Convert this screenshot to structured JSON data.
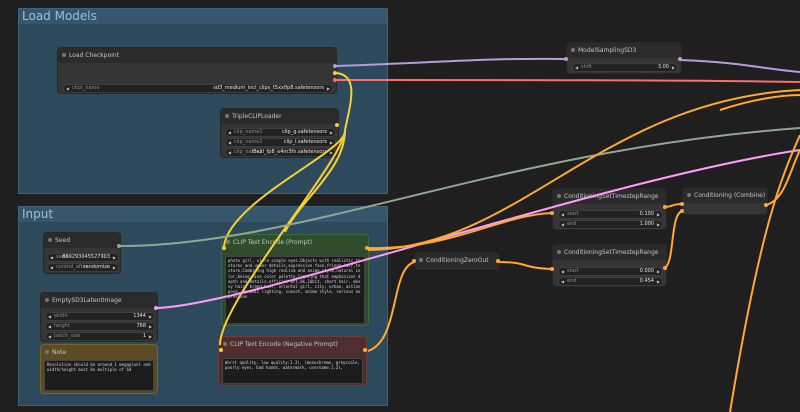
{
  "groups": [
    {
      "title": "Load Models"
    },
    {
      "title": "Input"
    }
  ],
  "nodes": {
    "load_checkpoint": {
      "title": "Load Checkpoint",
      "widgets": [
        {
          "label": "ckpt_name",
          "value": "sd3_medium_incl_clips_t5xxlfp8.safetensors"
        }
      ]
    },
    "model_sampling": {
      "title": "ModelSamplingSD3",
      "widgets": [
        {
          "label": "shift",
          "value": "3.00"
        }
      ]
    },
    "triple_clip": {
      "title": "TripleCLIPLoader",
      "widgets": [
        {
          "label": "clip_name1",
          "value": "clip_g.safetensors"
        },
        {
          "label": "clip_name2",
          "value": "clip_l.safetensors"
        },
        {
          "label": "clip_name3",
          "value": "t5xxl_fp8_e4m3fn.safetensors"
        }
      ]
    },
    "seed": {
      "title": "Seed",
      "widgets": [
        {
          "label": "seed",
          "value": "869293045527903"
        },
        {
          "label": "control_after",
          "value": "randomize"
        }
      ]
    },
    "empty_latent": {
      "title": "EmptySD3LatentImage",
      "widgets": [
        {
          "label": "width",
          "value": "1344"
        },
        {
          "label": "height",
          "value": "768"
        },
        {
          "label": "batch_size",
          "value": "1"
        }
      ]
    },
    "note": {
      "title": "Note",
      "text": "Resolution should be around 1 megapixel and width/height must be multiple of 64"
    },
    "clip_pos": {
      "title": "CLIP Text Encode (Prompt)",
      "text": "photo girl, ultra-simple eyes,Objects with realistic textures and under details,expressive face,fringe hair,texture,Combining high realism and anime style,natural color,being mine color palette,lighting that emphasizes depth and details,official art,8k,16bit, short hair, messy hair, brand hair, oriental girl, city, urban, action pose, dynamic lighting, sunset, anime style, serious expression"
    },
    "clip_neg": {
      "title": "CLIP Text Encode (Negative Prompt)",
      "text": "Worst quality, low quality:1.3), (monochrome, greyscale, poorly eyes, bad hands, watermark, username:1.2),"
    },
    "cond_zero": {
      "title": "ConditioningZeroOut"
    },
    "cond_range1": {
      "title": "ConditioningSetTimestepRange",
      "widgets": [
        {
          "label": "start",
          "value": "0.100"
        },
        {
          "label": "end",
          "value": "1.000"
        }
      ]
    },
    "cond_range2": {
      "title": "ConditioningSetTimestepRange",
      "widgets": [
        {
          "label": "start",
          "value": "0.000"
        },
        {
          "label": "end",
          "value": "0.454"
        }
      ]
    },
    "cond_combine": {
      "title": "Conditioning (Combine)"
    }
  },
  "colors": {
    "model_wire": "#b39ddb",
    "clip_wire": "#f5d033",
    "vae_wire": "#ff6e6e",
    "cond_wire": "#ffa931",
    "latent_wire": "#ff9cf9",
    "int_wire": "#8fa88f"
  }
}
